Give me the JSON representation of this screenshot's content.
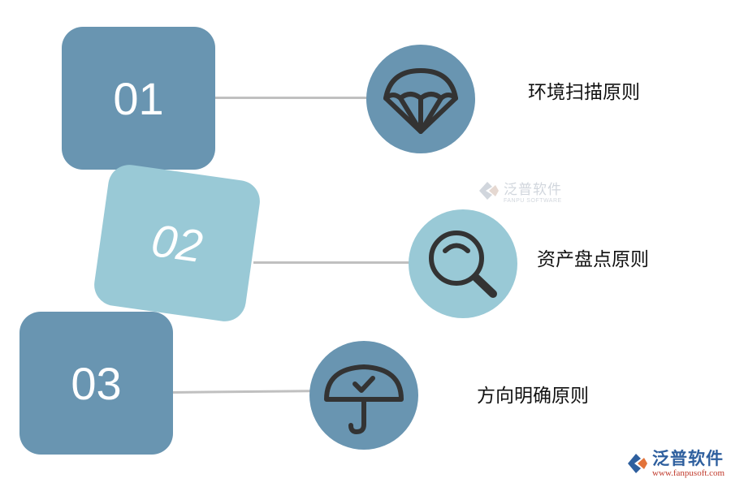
{
  "steps": [
    {
      "number": "01",
      "label": "环境扫描原则",
      "icon": "parachute-icon",
      "color": "#6995b1"
    },
    {
      "number": "02",
      "label": "资产盘点原则",
      "icon": "magnifier-icon",
      "color": "#99c9d6"
    },
    {
      "number": "03",
      "label": "方向明确原则",
      "icon": "umbrella-icon",
      "color": "#6995b1"
    }
  ],
  "watermark": {
    "center_name": "泛普软件",
    "center_sub": "FANPU SOFTWARE",
    "corner_name": "泛普软件",
    "corner_url": "www.fanpusoft.com",
    "icon": "fanpu-logo-icon"
  },
  "colors": {
    "dark_blue": "#6995b1",
    "light_blue": "#99c9d6",
    "connector": "#c0c0c0",
    "icon_stroke": "#333333"
  }
}
